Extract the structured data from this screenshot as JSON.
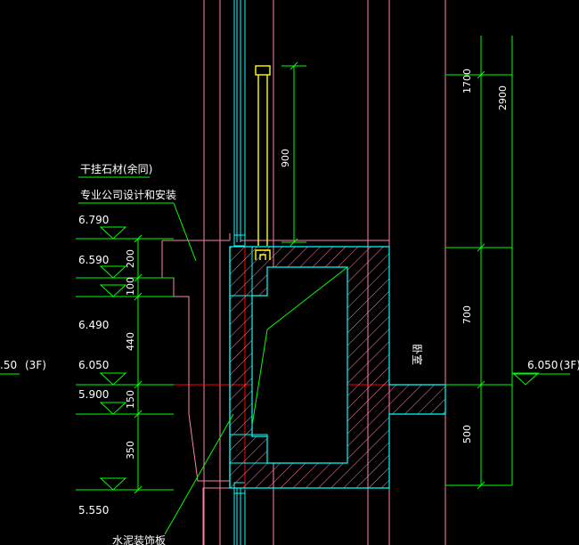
{
  "notes": {
    "stone_line1": "干挂石材(余同)",
    "stone_line2": "专业公司设计和安装",
    "cement_board": "水泥装饰板",
    "room": "卧室"
  },
  "elevations": {
    "e6790": "6.790",
    "e6590": "6.590",
    "e6490": "6.490",
    "e6050": "6.050",
    "e5900": "5.900",
    "e5550": "5.550",
    "e6050_right": "6.050",
    "floor_right": "(3F)",
    "left_cut": ".50",
    "floor_left": "(3F)"
  },
  "dimensions": {
    "d900": "900",
    "d1700": "1700",
    "d2900": "2900",
    "d700": "700",
    "d500": "500",
    "d200": "200",
    "d100": "100",
    "d440": "440",
    "d150": "150",
    "d350": "350"
  },
  "colors": {
    "green": "#00ff00",
    "cyan": "#00ffff",
    "pink": "#ff7faa",
    "red": "#ff0000",
    "yellow": "#ffff00",
    "white": "#ffffff"
  }
}
